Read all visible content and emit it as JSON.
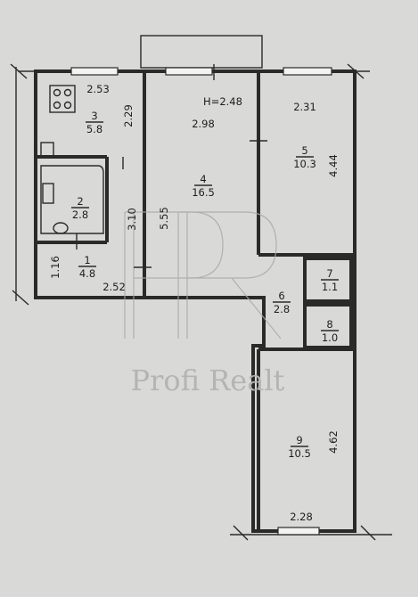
{
  "ceiling_height": "H=2.48",
  "rooms": [
    {
      "id": "r1",
      "number": "1",
      "area": "4.8",
      "dims": [
        "1.16",
        "2.52"
      ]
    },
    {
      "id": "r2",
      "number": "2",
      "area": "2.8",
      "dims": []
    },
    {
      "id": "r3",
      "number": "3",
      "area": "5.8",
      "dims": [
        "2.53",
        "2.29"
      ]
    },
    {
      "id": "r4",
      "number": "4",
      "area": "16.5",
      "dims": [
        "2.98",
        "5.55",
        "3.10"
      ]
    },
    {
      "id": "r5",
      "number": "5",
      "area": "10.3",
      "dims": [
        "2.31",
        "4.44"
      ]
    },
    {
      "id": "r6",
      "number": "6",
      "area": "2.8",
      "dims": []
    },
    {
      "id": "r7",
      "number": "7",
      "area": "1.1",
      "dims": []
    },
    {
      "id": "r8",
      "number": "8",
      "area": "1.0",
      "dims": []
    },
    {
      "id": "r9",
      "number": "9",
      "area": "10.5",
      "dims": [
        "4.62",
        "2.28"
      ]
    }
  ],
  "watermark": {
    "text": "Profi Realt"
  },
  "colors": {
    "background": "#d9d9d7",
    "wall": "#2a2a2a",
    "window": "#f3f3f1",
    "watermark": "#b4b4b2"
  }
}
